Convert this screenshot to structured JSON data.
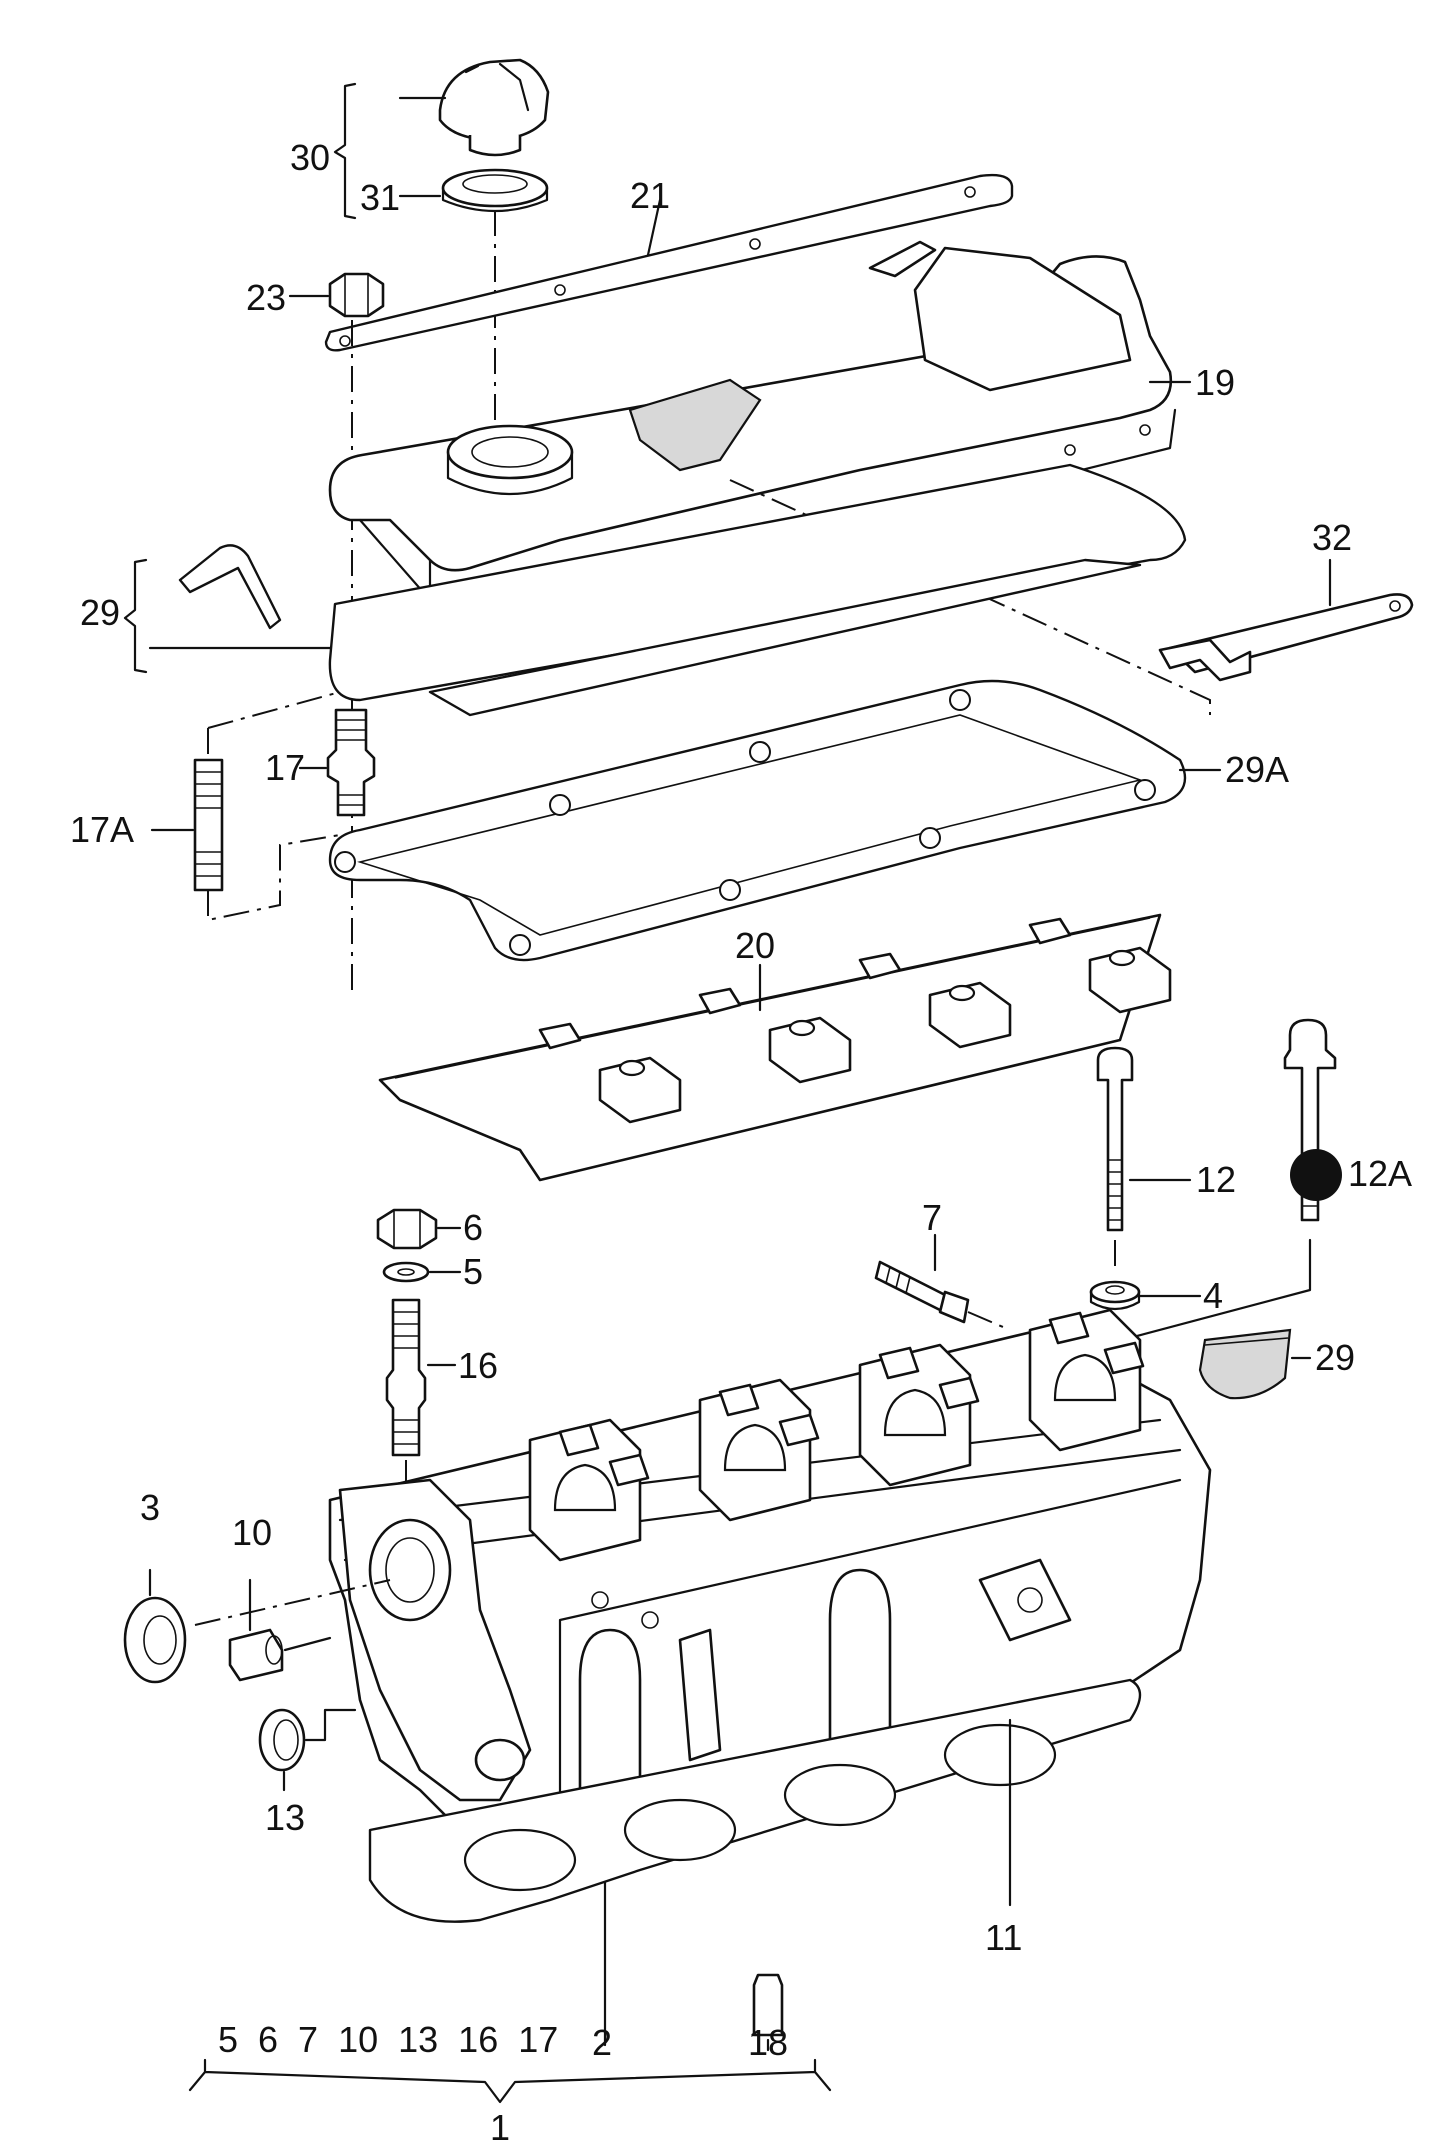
{
  "callouts": [
    {
      "id": "30",
      "text": "30"
    },
    {
      "id": "31",
      "text": "31"
    },
    {
      "id": "21",
      "text": "21"
    },
    {
      "id": "23",
      "text": "23"
    },
    {
      "id": "19",
      "text": "19"
    },
    {
      "id": "32",
      "text": "32"
    },
    {
      "id": "29",
      "text": "29"
    },
    {
      "id": "17",
      "text": "17"
    },
    {
      "id": "17A",
      "text": "17A"
    },
    {
      "id": "29A",
      "text": "29A"
    },
    {
      "id": "20",
      "text": "20"
    },
    {
      "id": "12",
      "text": "12"
    },
    {
      "id": "12A",
      "text": "12A"
    },
    {
      "id": "6",
      "text": "6"
    },
    {
      "id": "5",
      "text": "5"
    },
    {
      "id": "7",
      "text": "7"
    },
    {
      "id": "4",
      "text": "4"
    },
    {
      "id": "16",
      "text": "16"
    },
    {
      "id": "29b",
      "text": "29"
    },
    {
      "id": "3",
      "text": "3"
    },
    {
      "id": "10",
      "text": "10"
    },
    {
      "id": "13",
      "text": "13"
    },
    {
      "id": "11",
      "text": "11"
    },
    {
      "id": "2",
      "text": "2"
    },
    {
      "id": "18",
      "text": "18"
    },
    {
      "id": "1",
      "text": "1"
    }
  ],
  "kit_row": {
    "label": "5  6  7  10  13  16  17",
    "items": [
      "5",
      "6",
      "7",
      "10",
      "13",
      "16",
      "17"
    ]
  }
}
